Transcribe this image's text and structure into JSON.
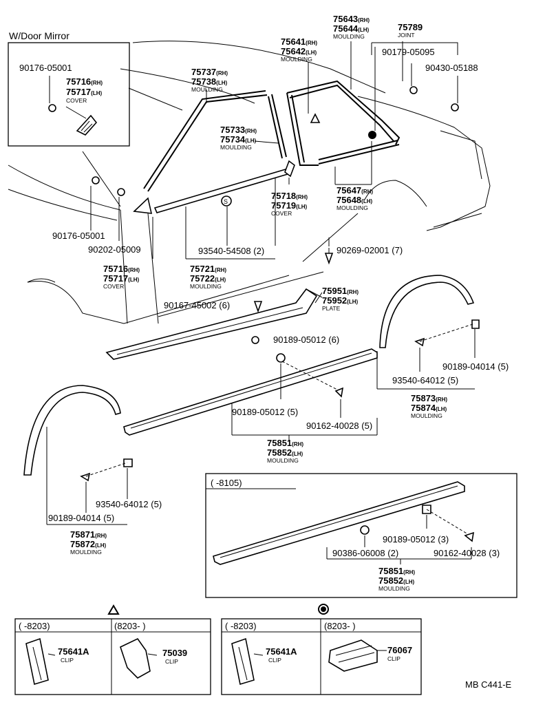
{
  "figure_code": "MB C441-E",
  "inset_mirror": {
    "title": "W/Door Mirror",
    "bolt": "90176-05001",
    "part_rh": "75716",
    "part_lh": "75717",
    "part_name": "COVER"
  },
  "side_rh": "(RH)",
  "side_lh": "(LH)",
  "parts": {
    "p75737": "75737",
    "p75738": "75738",
    "n75737": "MOULDING",
    "p75733": "75733",
    "p75734": "75734",
    "n75733": "MOULDING",
    "p75641": "75641",
    "p75642": "75642",
    "n75641": "MOULDING",
    "p75643": "75643",
    "p75644": "75644",
    "n75643": "MOULDING",
    "p75789": "75789",
    "n75789": "JOINT",
    "p90179": "90179-05095",
    "p90430": "90430-05188",
    "p75718": "75718",
    "p75719": "75719",
    "n75718": "COVER",
    "p75647": "75647",
    "p75648": "75648",
    "n75647": "MOULDING",
    "p90176b": "90176-05001",
    "p90202": "90202-05009",
    "p93540a": "93540-54508",
    "q93540a": "(2)",
    "p90269": "90269-02001",
    "q90269": "(7)",
    "p75716": "75716",
    "p75717": "75717",
    "n75716": "COVER",
    "p75721": "75721",
    "p75722": "75722",
    "n75721": "MOULDING",
    "p90167": "90167-45002",
    "q90167": "(6)",
    "p75951": "75951",
    "p75952": "75952",
    "n75951": "PLATE",
    "p90189a": "90189-05012",
    "q90189a": "(6)",
    "p90189b": "90189-04014",
    "q90189b": "(5)",
    "p93540b": "93540-64012",
    "q93540b": "(5)",
    "p75873": "75873",
    "p75874": "75874",
    "n75873": "MOULDING",
    "p90189c": "90189-05012",
    "q90189c": "(5)",
    "p90162a": "90162-40028",
    "q90162a": "(5)",
    "p75851": "75851",
    "p75852": "75852",
    "n75851": "MOULDING",
    "p93540c": "93540-64012",
    "q93540c": "(5)",
    "p90189d": "90189-04014",
    "q90189d": "(5)",
    "p75871": "75871",
    "p75872": "75872",
    "n75871": "MOULDING"
  },
  "inset_8105": {
    "range": "(      -8105)",
    "p90189": "90189-05012",
    "q90189": "(3)",
    "p90386": "90386-06008",
    "q90386": "(2)",
    "p90162": "90162-40028",
    "q90162": "(3)",
    "p75851": "75851",
    "p75852": "75852",
    "name": "MOULDING"
  },
  "clip_sets": {
    "left_range_a": "(      -8203)",
    "left_range_b": "(8203-        )",
    "left_part_a": "75641A",
    "left_name_a": "CLIP",
    "left_part_b": "75039",
    "left_name_b": "CLIP",
    "right_range_a": "(      -8203)",
    "right_range_b": "(8203-        )",
    "right_part_a": "75641A",
    "right_name_a": "CLIP",
    "right_part_b": "76067",
    "right_name_b": "CLIP"
  }
}
